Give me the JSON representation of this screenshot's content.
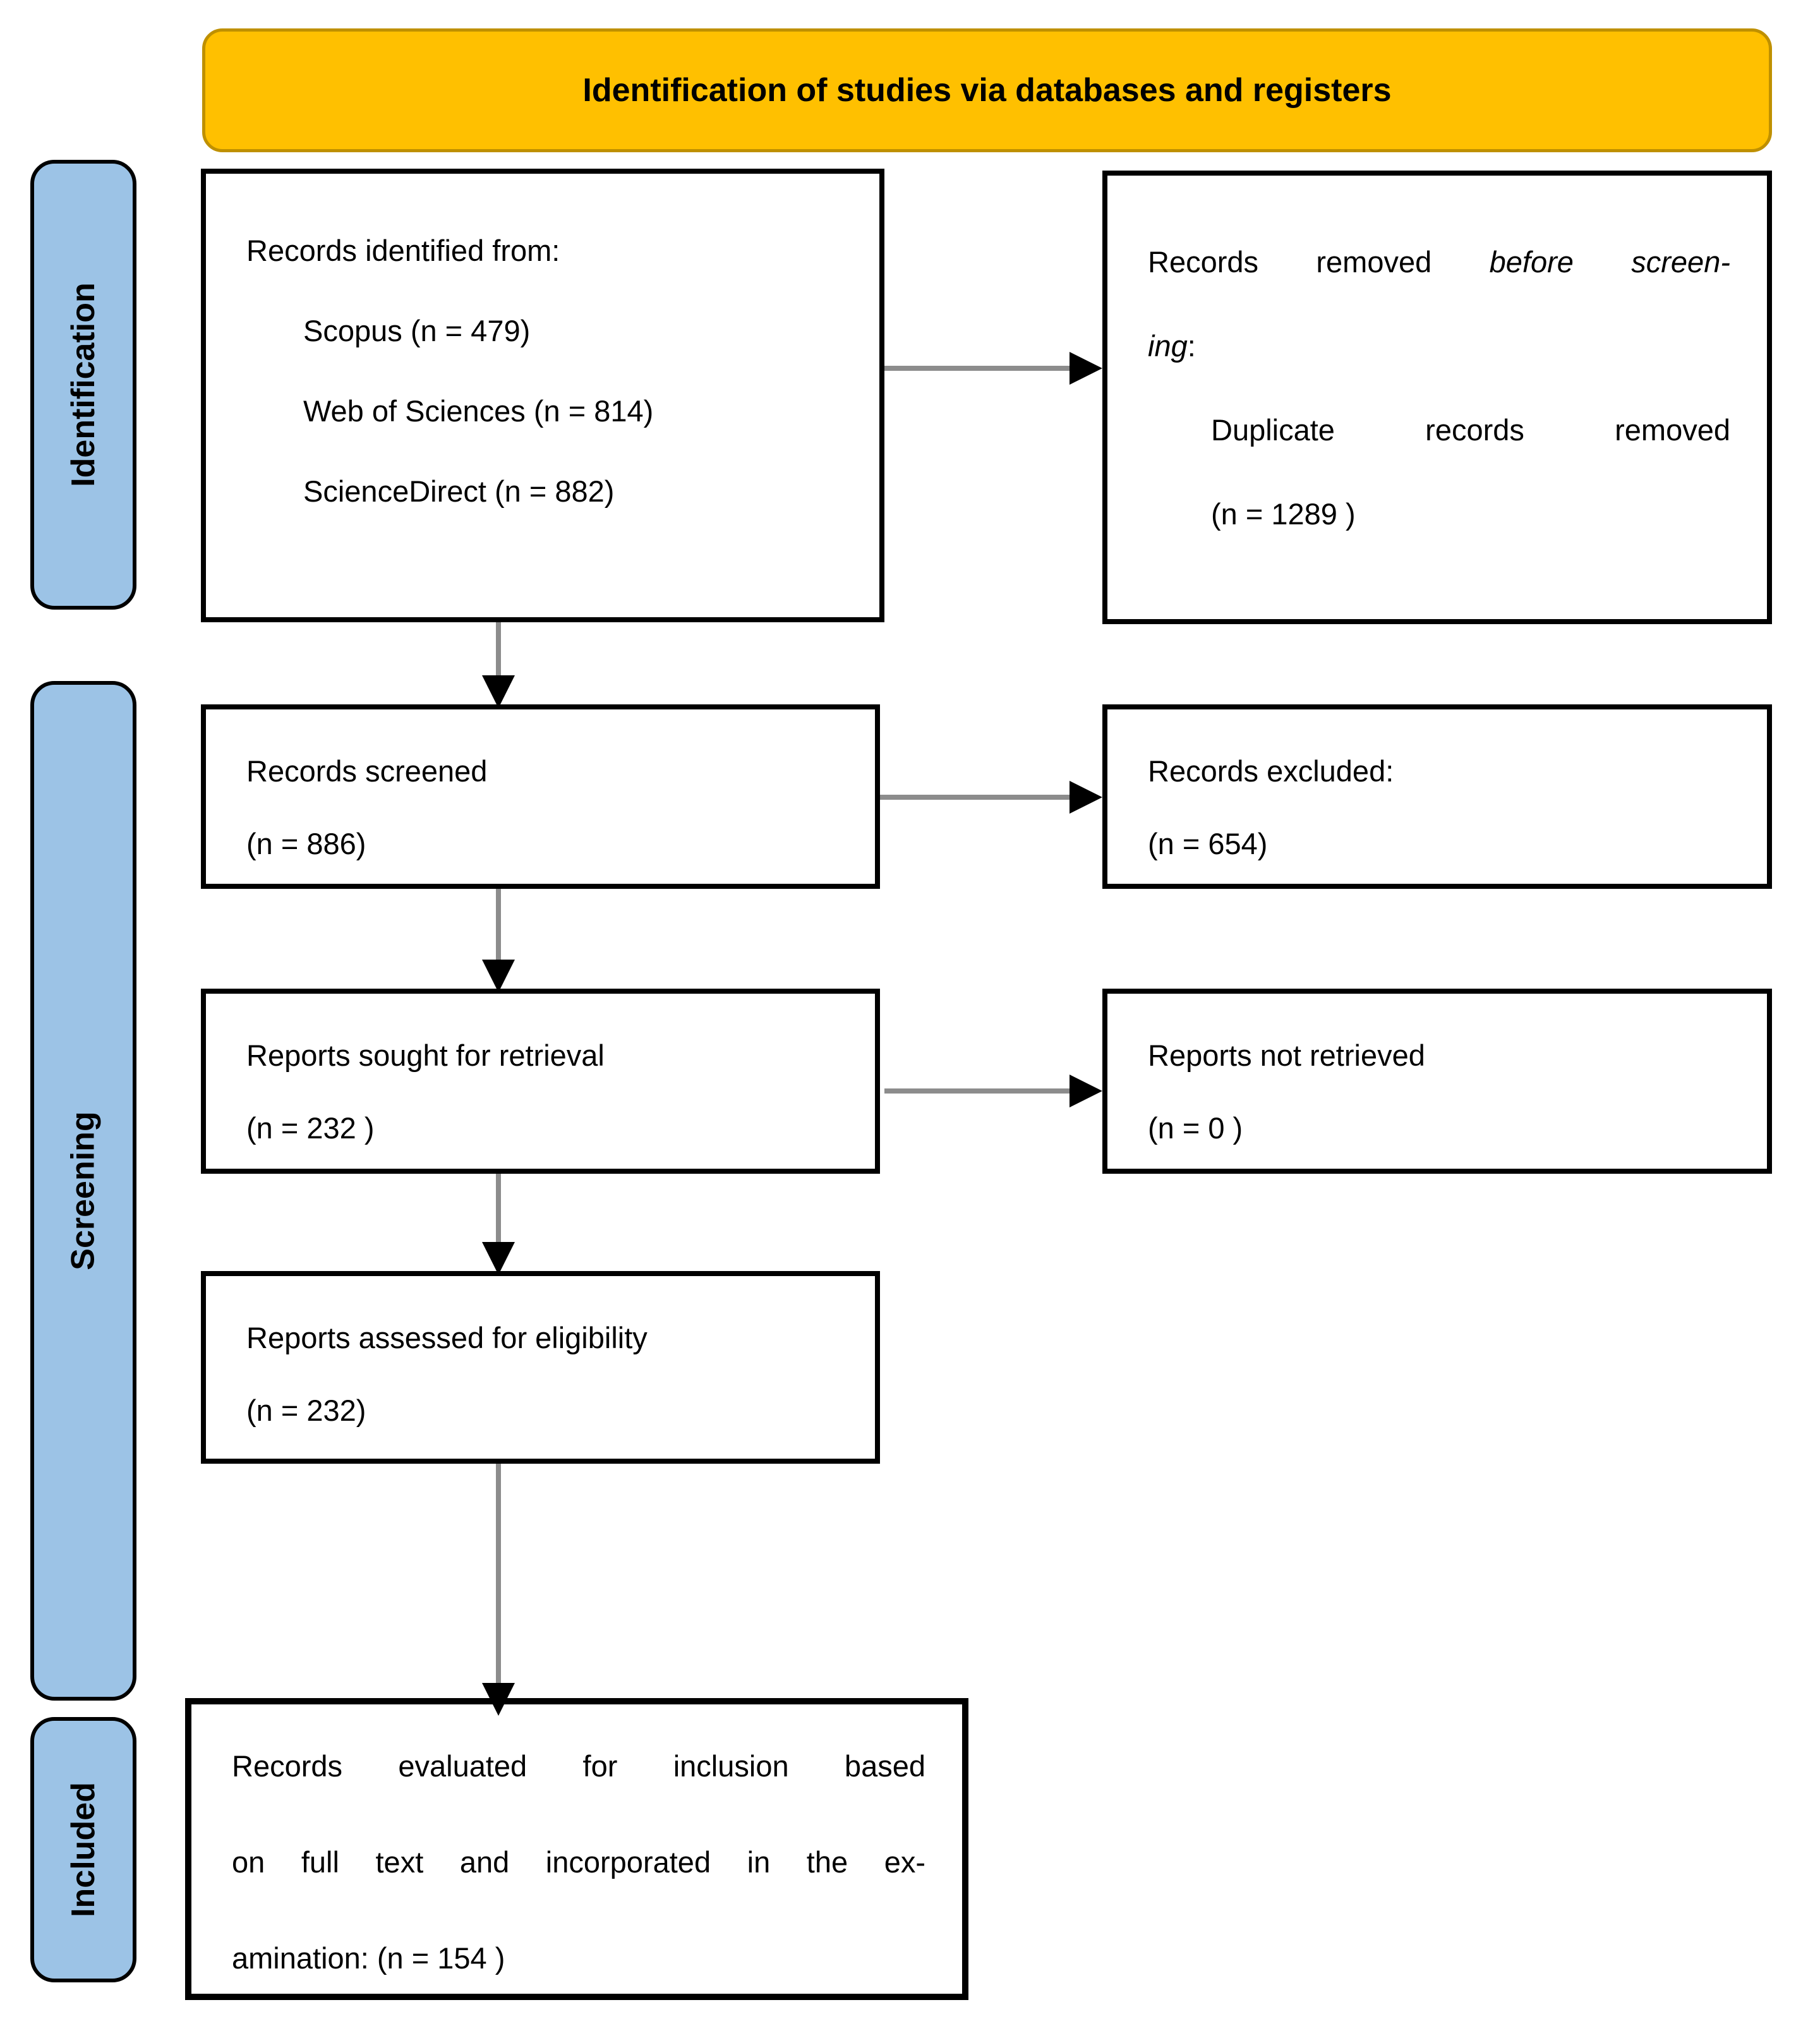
{
  "banner": {
    "title": "Identification of studies via databases and registers"
  },
  "sidebar": {
    "identification": "Identification",
    "screening": "Screening",
    "included": "Included"
  },
  "boxes": {
    "identified": {
      "title": "Records identified from:",
      "items": [
        "Scopus (n = 479)",
        "Web of Sciences (n = 814)",
        "ScienceDirect (n = 882)"
      ]
    },
    "removed": {
      "line1_normal": "Records removed ",
      "line1_italic": "before screen-",
      "line2_italic": "ing",
      "line2_normal": ":",
      "item": "Duplicate records removed",
      "count": "(n = 1289 )"
    },
    "screened": {
      "line1": "Records screened",
      "line2": "(n = 886)"
    },
    "excluded": {
      "line1": "Records excluded:",
      "line2": "(n = 654)"
    },
    "sought": {
      "line1": "Reports sought for retrieval",
      "line2": "(n = 232 )"
    },
    "not_retrieved": {
      "line1": "Reports not retrieved",
      "line2": "(n = 0 )"
    },
    "assessed": {
      "line1": "Reports assessed for eligibility",
      "line2": "(n = 232)"
    },
    "included_final": {
      "line1": "Records evaluated for inclusion based",
      "line2": "on full text and incorporated in the ex-",
      "line3": "amination: (n = 154 )"
    }
  },
  "colors": {
    "banner_bg": "#FFC000",
    "banner_border": "#BF9000",
    "banner_text": "#000000",
    "sidebar_bg": "#9CC3E6",
    "sidebar_border": "#000000",
    "box_border": "#000000",
    "arrow_line": "#8C8C8C",
    "arrow_head": "#000000"
  }
}
